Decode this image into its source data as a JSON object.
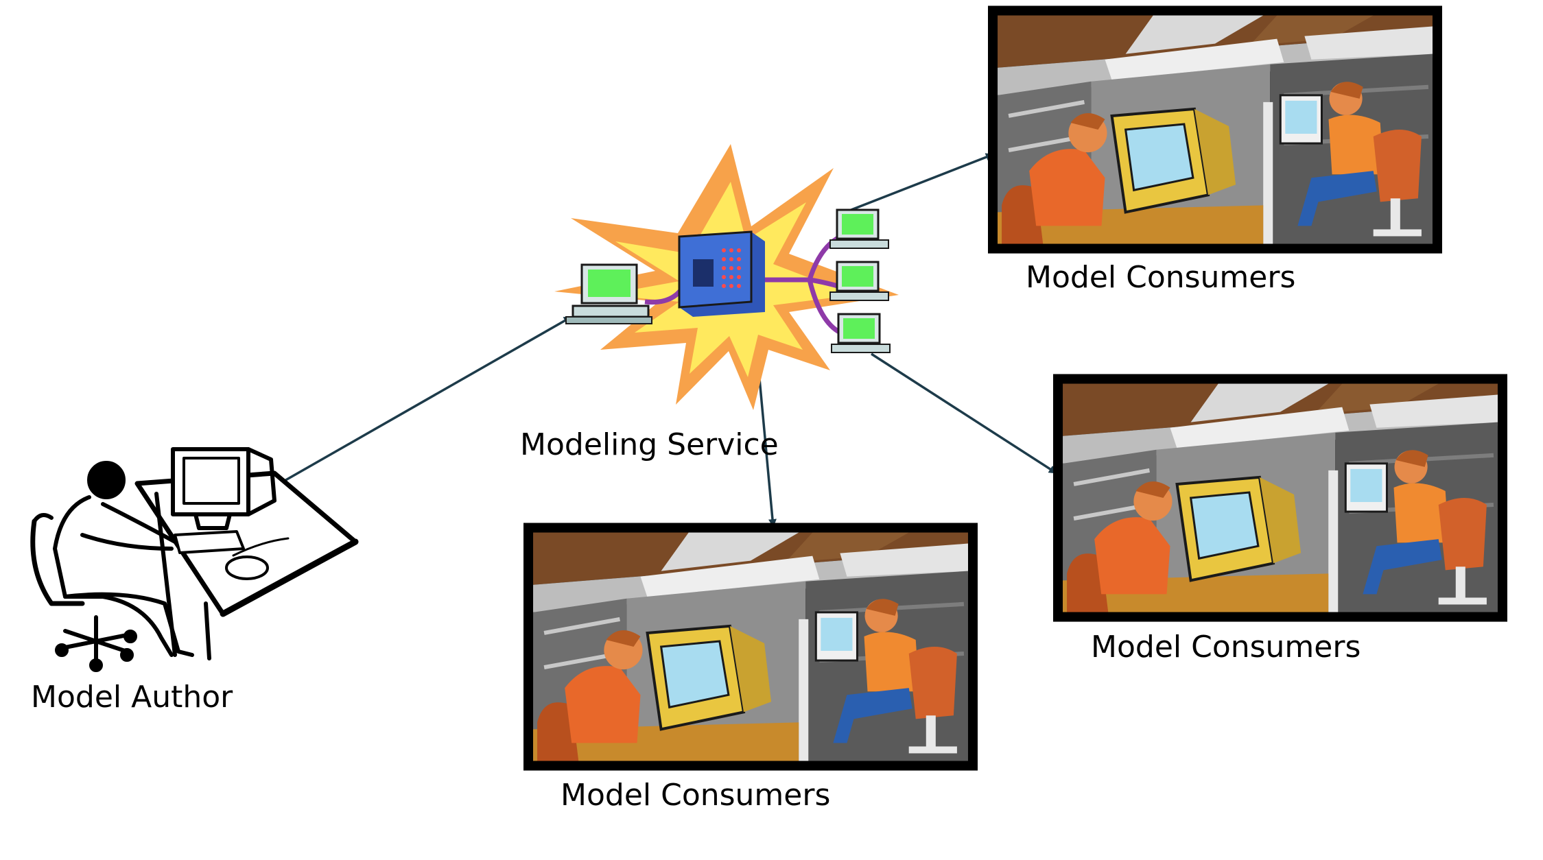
{
  "labels": {
    "model_author": "Model Author",
    "modeling_service": "Modeling Service",
    "consumers_top": "Model Consumers",
    "consumers_right": "Model Consumers",
    "consumers_bottom": "Model Consumers"
  },
  "colors": {
    "arrow": "#1d3b4a",
    "burst_outer": "#f7a24a",
    "burst_inner": "#ffe95e",
    "server_body": "#3f6fd6",
    "monitor_screen": "#5ef05a",
    "cable": "#8e3aa8",
    "scene_frame": "#000000",
    "floor": "#7a4a26",
    "desk": "#c88a2c",
    "partition": "#9a9a9a",
    "worker_shirt": "#f08a30",
    "worker_pants": "#2a5fb0",
    "crt_body": "#e9c640",
    "crt_screen": "#a8dcf0"
  },
  "icons": {
    "model_author": "person-at-computer-icon",
    "modeling_service": "server-network-icon",
    "model_consumers": "office-workers-icon"
  }
}
